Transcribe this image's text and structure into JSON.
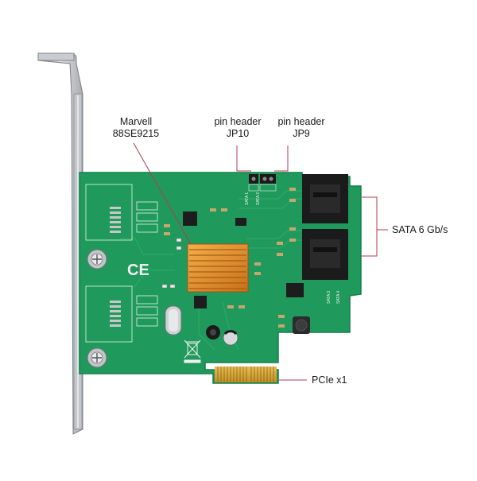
{
  "callouts": {
    "marvell": {
      "line1": "Marvell",
      "line2": "88SE9215"
    },
    "jp10": {
      "line1": "pin header",
      "line2": "JP10"
    },
    "jp9": {
      "line1": "pin header",
      "line2": "JP9"
    },
    "sata": {
      "text": "SATA 6 Gb/s"
    },
    "pcie": {
      "text": "PCIe x1"
    }
  },
  "board_marks": {
    "ce": "CE",
    "sata_port_1": "SATA 1",
    "sata_port_2": "SATA 2",
    "sata_port_3": "SATA 3",
    "sata_port_4": "SATA 4"
  },
  "colors": {
    "pcb": "#1f9a5c",
    "pcb_edge": "#168049",
    "bracket": "#b9bcbf",
    "heatsink": "#e08a1e",
    "sata_connector": "#1b1b1b",
    "gold_contacts": "#d6a531",
    "leader_line": "#b23a55"
  }
}
